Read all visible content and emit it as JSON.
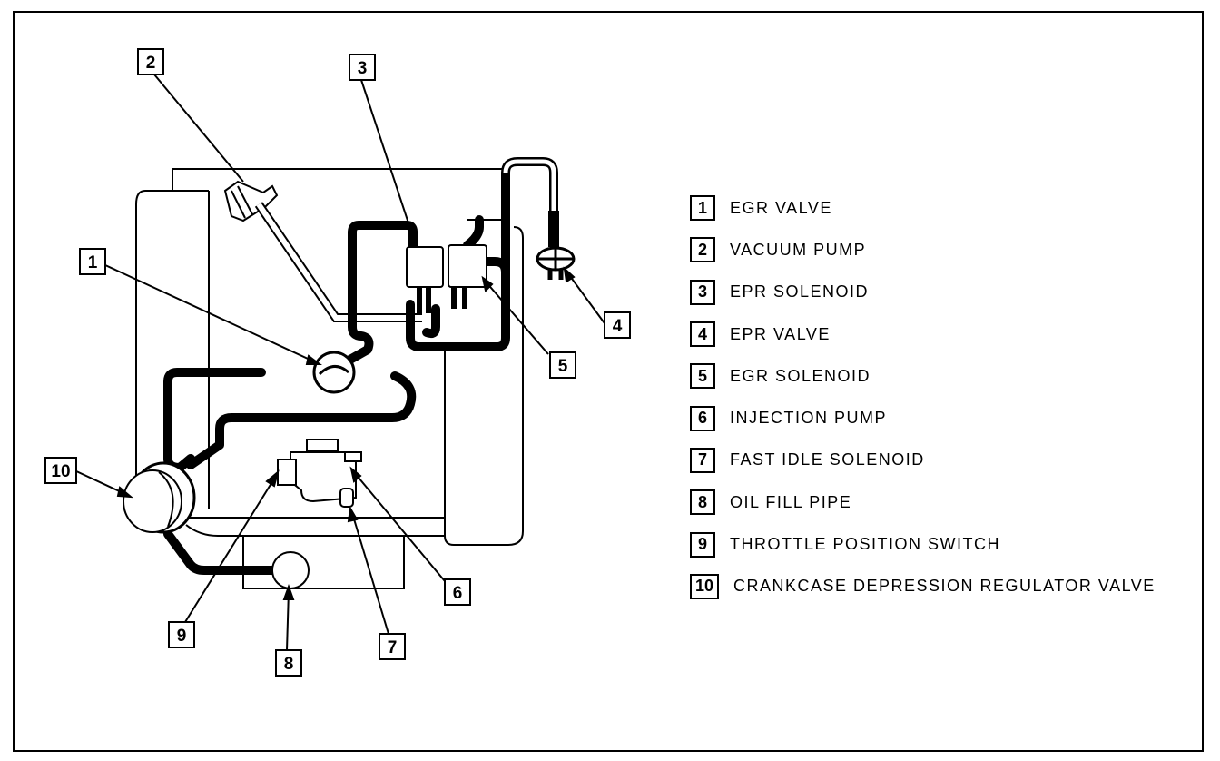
{
  "legend": {
    "items": [
      {
        "num": "1",
        "label": "EGR VALVE"
      },
      {
        "num": "2",
        "label": "VACUUM PUMP"
      },
      {
        "num": "3",
        "label": "EPR SOLENOID"
      },
      {
        "num": "4",
        "label": "EPR VALVE"
      },
      {
        "num": "5",
        "label": "EGR SOLENOID"
      },
      {
        "num": "6",
        "label": "INJECTION PUMP"
      },
      {
        "num": "7",
        "label": "FAST IDLE SOLENOID"
      },
      {
        "num": "8",
        "label": "OIL FILL PIPE"
      },
      {
        "num": "9",
        "label": "THROTTLE POSITION SWITCH"
      },
      {
        "num": "10",
        "label": "CRANKCASE DEPRESSION REGULATOR VALVE"
      }
    ]
  },
  "callouts": [
    "1",
    "2",
    "3",
    "4",
    "5",
    "6",
    "7",
    "8",
    "9",
    "10"
  ],
  "colors": {
    "ink": "#000000",
    "paper": "#ffffff"
  }
}
